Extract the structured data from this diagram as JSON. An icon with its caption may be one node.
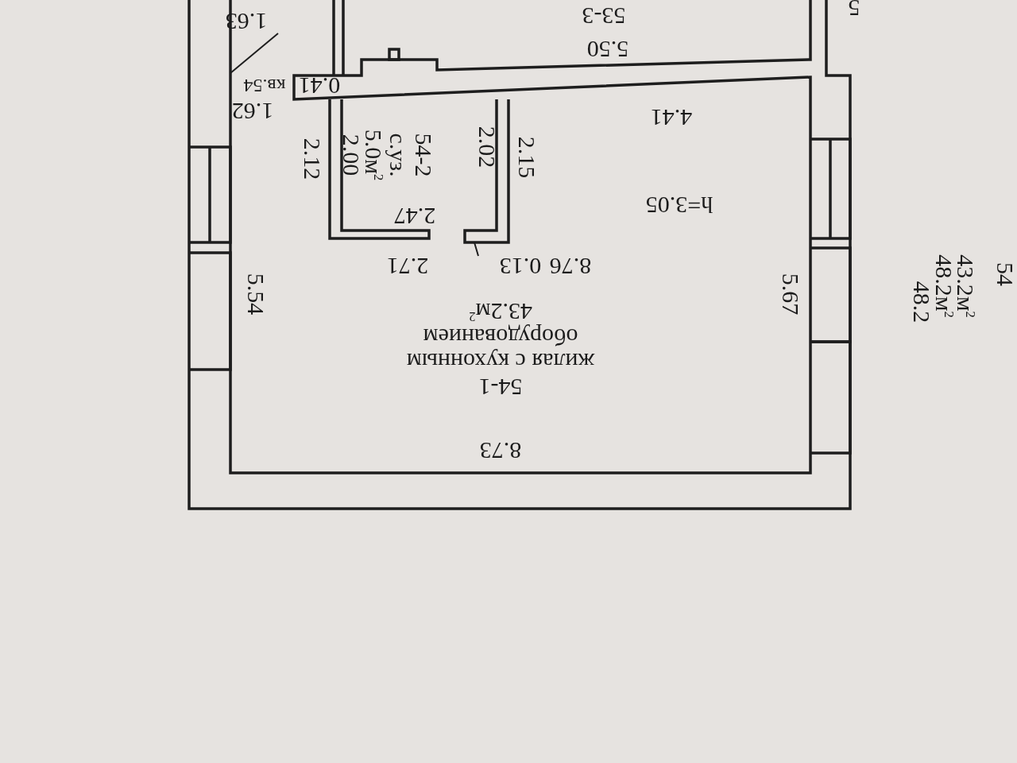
{
  "diagram": {
    "nodes": [
      {
        "text": [
          "54-1",
          "жилая с кухонным оборудованием",
          "43.2м$^{2}$"
        ]
      },
      {
        "text": [
          "54-2",
          "с.уз.",
          "5.0м$^{2}$"
        ],
        "in": 0
      },
      {
        "text": [
          "53-3"
        ]
      }
    ],
    "labels": [
      "1.63",
      "5",
      "5.50",
      "кв.54",
      "0.41",
      "1.62",
      "4.41",
      "2.12",
      "2.00",
      "2.02",
      "2.15",
      "2.47",
      "h=3.05",
      "5.54",
      "2.71",
      "0.13",
      "8.76",
      "5.67",
      "48.2",
      "48.2м$^{2}$",
      "43.2м$^{2}$",
      "54",
      "8.73"
    ]
  }
}
